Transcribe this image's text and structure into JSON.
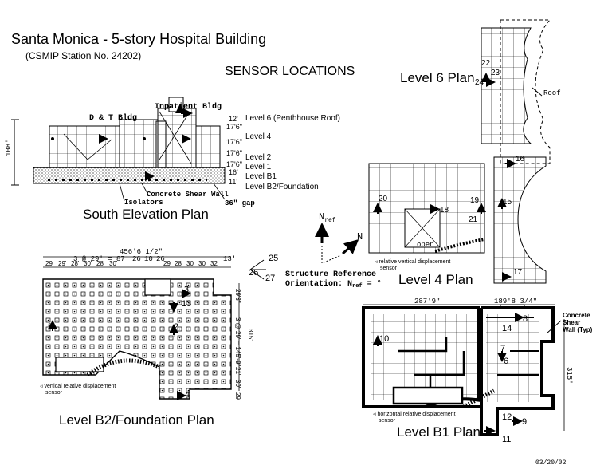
{
  "title": "Santa Monica - 5-story Hospital Building",
  "station": "(CSMIP Station No. 24202)",
  "heading": "SENSOR LOCATIONS",
  "date": "03/20/02",
  "elevation": {
    "caption": "South Elevation Plan",
    "left_block": "D & T Bldg",
    "right_block": "Inpatient Bldg",
    "height": "108'",
    "story_heights": [
      "12'",
      "17'6\"",
      "17'6\"",
      "17'6\"",
      "17'6\"",
      "16'",
      "11'"
    ],
    "levels": [
      "Level 6 (Penthhouse Roof)",
      "Level 4",
      "Level 2",
      "Level 1",
      "Level B1",
      "Level B2/Foundation"
    ],
    "notes": [
      "Concrete Shear Wall",
      "Isolators",
      "36\" gap"
    ]
  },
  "level6": {
    "caption": "Level 6 Plan",
    "sensors": [
      "22",
      "23",
      "24"
    ],
    "roof": "Roof"
  },
  "level4": {
    "caption": "Level 4 Plan",
    "sensors": [
      "15",
      "16",
      "17",
      "18",
      "19",
      "20",
      "21"
    ],
    "open": "open",
    "note1": "relative vertical displacement",
    "note2": "sensor"
  },
  "orientation": {
    "nref": "N",
    "nref_sub": "ref",
    "north": "N",
    "line1": "Structure Reference",
    "line2_a": "Orientation: N",
    "line2_sub": "ref",
    "line2_b": " = °"
  },
  "b2": {
    "caption": "Level B2/Foundation Plan",
    "sensors": [
      "1",
      "2",
      "3",
      "4",
      "5",
      "25",
      "26",
      "27"
    ],
    "top_dims": [
      "456'6 1/2\"",
      "3 @ 29' = 87'",
      "26'",
      "10'",
      "26'",
      "13'"
    ],
    "bays": [
      "29'",
      "29'",
      "28'",
      "30'",
      "28'",
      "30'",
      "29'",
      "28'",
      "30'",
      "30'",
      "32'"
    ],
    "right_dims": [
      "29'3\"",
      "315'",
      "3 @ 29' = 145'-9\"",
      "21'",
      "30'",
      "29'"
    ],
    "note1": "vertical relative displacement",
    "note2": "sensor"
  },
  "b1": {
    "caption": "Level B1 Plan",
    "sensors": [
      "6",
      "7",
      "8",
      "9",
      "10",
      "11",
      "12",
      "14"
    ],
    "dims": [
      "287'9\"",
      "189'8 3/4\"",
      "315'"
    ],
    "wall": [
      "Concrete",
      "Shear",
      "Wall (Typ)"
    ],
    "note1": "horizontal relative displacement",
    "note2": "sensor"
  }
}
